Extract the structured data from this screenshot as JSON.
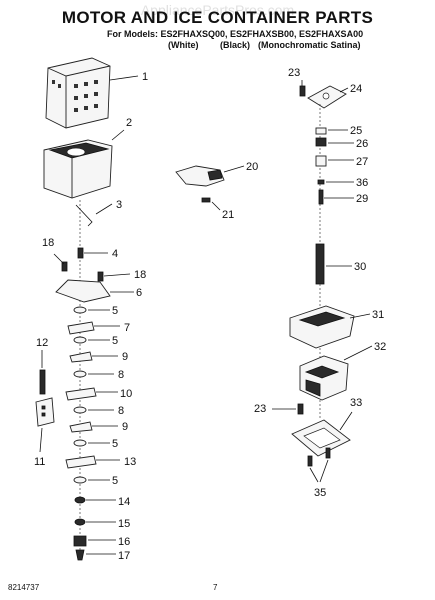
{
  "watermark": "AppliancePartsPros.com",
  "title": "MOTOR AND ICE CONTAINER PARTS",
  "models_line": "For Models: ES2FHAXSQ00, ES2FHAXSB00, ES2FHAXSA00",
  "colors": {
    "white": "(White)",
    "black": "(Black)",
    "satina": "(Monochromatic Satina)"
  },
  "footer": {
    "code": "8214737",
    "page": "7"
  },
  "callouts": {
    "c1": "1",
    "c2": "2",
    "c3": "3",
    "c4": "4",
    "c18a": "18",
    "c18b": "18",
    "c6": "6",
    "c5a": "5",
    "c7": "7",
    "c5b": "5",
    "c9a": "9",
    "c8a": "8",
    "c10": "10",
    "c8b": "8",
    "c9b": "9",
    "c5c": "5",
    "c13": "13",
    "c5d": "5",
    "c14": "14",
    "c15": "15",
    "c16": "16",
    "c17": "17",
    "c12": "12",
    "c11": "11",
    "c20": "20",
    "c21": "21",
    "c23a": "23",
    "c24": "24",
    "c25": "25",
    "c26": "26",
    "c27": "27",
    "c36": "36",
    "c29": "29",
    "c30": "30",
    "c31": "31",
    "c32": "32",
    "c23b": "23",
    "c33": "33",
    "c35": "35"
  }
}
